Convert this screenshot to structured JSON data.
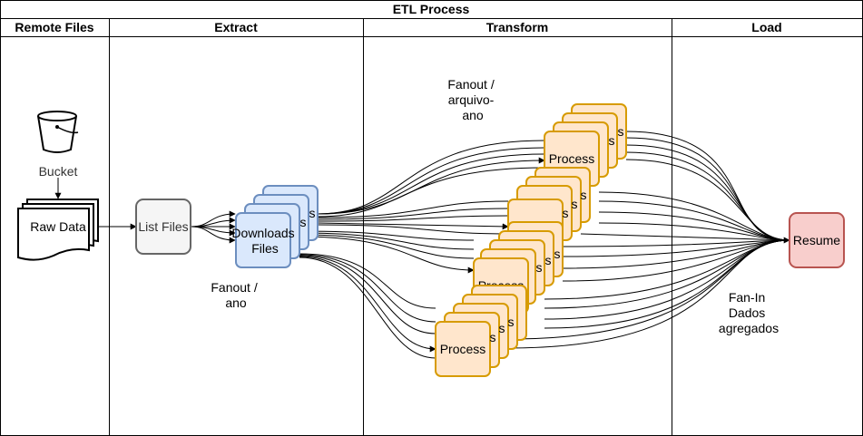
{
  "title": "ETL Process",
  "lanes": [
    {
      "id": "remote",
      "label": "Remote Files"
    },
    {
      "id": "extract",
      "label": "Extract"
    },
    {
      "id": "transform",
      "label": "Transform"
    },
    {
      "id": "load",
      "label": "Load"
    }
  ],
  "nodes": {
    "bucket_label": "Bucket",
    "bucket_icon": "bucket-icon",
    "raw_data": "Raw Data",
    "list_files": "List Files",
    "downloads_front": "Downloads\nFiles",
    "downloads_back_fragment": "s",
    "process": "Process",
    "process_back_fragment": "s",
    "resume": "Resume"
  },
  "annotations": {
    "fanout_ano": "Fanout /\nano",
    "fanout_arquivo_ano": "Fanout /\narquivo-\nano",
    "fanin": "Fan-In\nDados\nagregados"
  },
  "colors": {
    "border": "#000000",
    "list_fill": "#f5f5f5",
    "list_stroke": "#666666",
    "blue_fill": "#dae8fc",
    "blue_stroke": "#6c8ebf",
    "orange_fill": "#ffe6cc",
    "orange_stroke": "#d79b00",
    "red_fill": "#f8cecc",
    "red_stroke": "#b85450",
    "annotation_text": "#000000",
    "bucket_label_text": "#333333"
  }
}
